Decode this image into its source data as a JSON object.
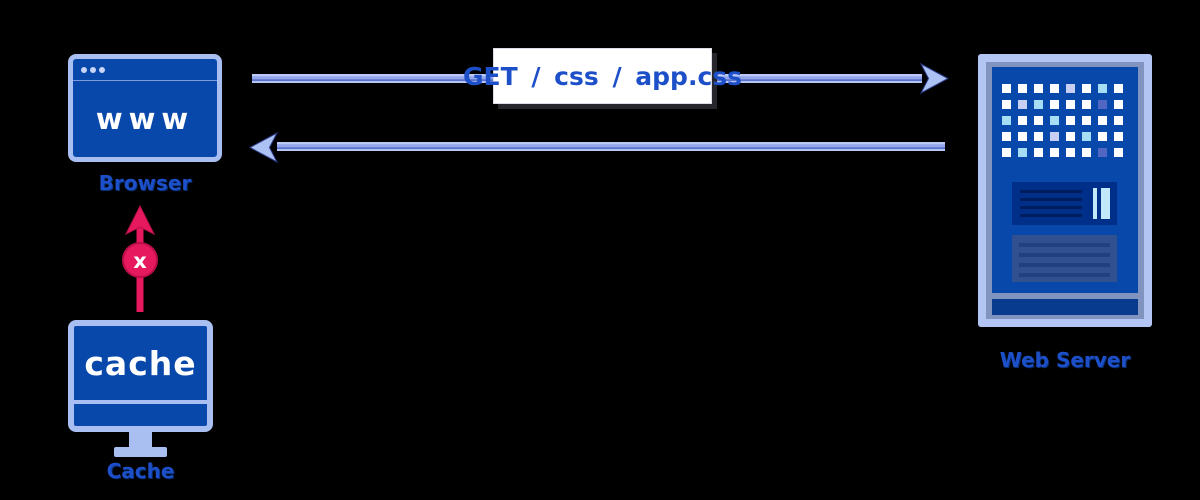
{
  "colors": {
    "background": "#000000",
    "node_fill": "#0948ab",
    "node_border": "#a9bef1",
    "titlebar_line": "#7f99d9",
    "dots": "#c8d5f7",
    "screen_text_white": "#ffffff",
    "label_blue": "#1d50c8",
    "label_shadow": "#0a2e74",
    "arrow_light": "#bcc9f6",
    "arrow_mid": "#93a6ea",
    "arrow_dark": "#5a73cc",
    "arrowhead_fill": "#adc2f4",
    "arrowhead_outline": "#2b3a85",
    "crimson": "#e6185e",
    "crimson_dark": "#b80e4a",
    "server_outer": "#b3c6f3",
    "server_frame": "#8094bf",
    "server_panel_navy": "#002f8a",
    "server_panel_lines": "#001d5e",
    "server_panel_slate": "#31508f",
    "server_panel_slate_lines": "#20407e",
    "server_cyan_bar": "#c2e9f9",
    "server_bottom_bar": "#083a8e",
    "request_box_bg": "#ffffff",
    "request_box_shadow": "#26262c",
    "request_text": "#1d50c8"
  },
  "browser": {
    "screen_text": "www",
    "label": "Browser"
  },
  "cache": {
    "screen_text": "cache",
    "label": "Cache"
  },
  "server": {
    "label": "Web Server",
    "led_palette": {
      "W": "#ffffff",
      "L": "#c9cff2",
      "S": "#a5ddf5",
      "I": "#5166c2"
    },
    "leds": [
      [
        "W",
        "W",
        "W",
        "W",
        "L",
        "W",
        "S",
        "W"
      ],
      [
        "W",
        "L",
        "S",
        "W",
        "W",
        "W",
        "I",
        "W"
      ],
      [
        "S",
        "W",
        "W",
        "S",
        "W",
        "W",
        "W",
        "W"
      ],
      [
        "W",
        "W",
        "W",
        "L",
        "W",
        "S",
        "W",
        "W"
      ],
      [
        "W",
        "S",
        "W",
        "W",
        "W",
        "W",
        "I",
        "W"
      ]
    ]
  },
  "request": {
    "label": "GET / css / app.css"
  },
  "cache_status": {
    "badge_text": "x"
  }
}
